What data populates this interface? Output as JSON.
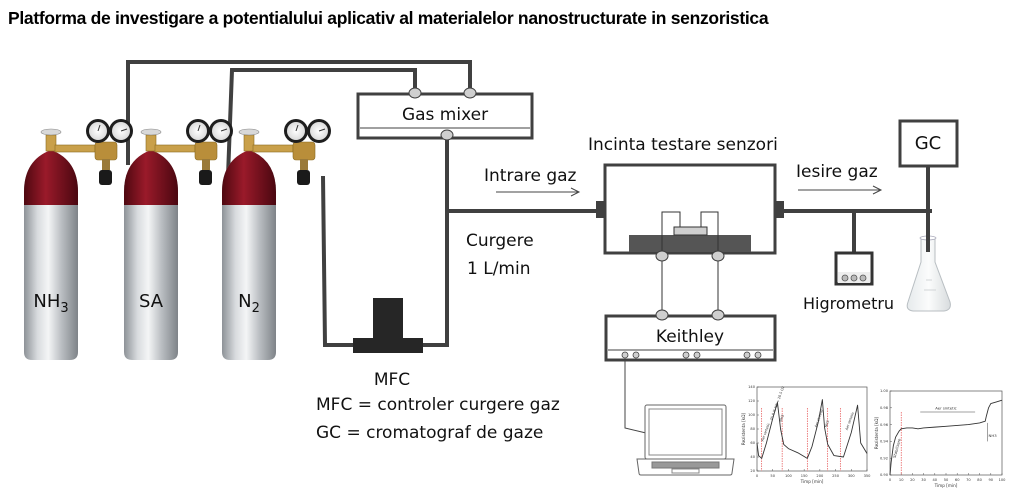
{
  "title": "Platforma de investigare a potentialului aplicativ al materialelor nanostructurate in senzoristica",
  "cylinders": [
    {
      "label": "NH",
      "sub": "3"
    },
    {
      "label": "SA",
      "sub": ""
    },
    {
      "label": "N",
      "sub": "2"
    }
  ],
  "colors": {
    "pipe": "#404040",
    "cylinder_top": "#7a1020",
    "cylinder_body": "#c9cdd1",
    "port": "#cfcfcf",
    "brass": "#c9a04a",
    "chart_marker": "#e03030"
  },
  "gas_mixer": {
    "label": "Gas mixer"
  },
  "flow": {
    "label_line1": "Curgere",
    "label_line2": "1 L/min"
  },
  "inlet": {
    "label": "Intrare gaz"
  },
  "outlet": {
    "label": "Iesire gaz"
  },
  "chamber": {
    "label": "Incinta testare senzori"
  },
  "gc": {
    "label": "GC"
  },
  "hygrometer": {
    "label": "Higrometru"
  },
  "keithley": {
    "label": "Keithley"
  },
  "mfc": {
    "label": "MFC"
  },
  "legend": {
    "line1": "MFC = controler curgere gaz",
    "line2": "GC = cromatograf de gaze"
  },
  "chart_data": [
    {
      "type": "line",
      "title": "",
      "xlabel": "Timp [min]",
      "ylabel": "Rezistenta [kΩ]",
      "xlim": [
        0,
        350
      ],
      "ylim": [
        20,
        140
      ],
      "xticks": [
        0,
        50,
        100,
        150,
        200,
        250,
        300,
        350
      ],
      "yticks": [
        20,
        40,
        60,
        80,
        100,
        120,
        140
      ],
      "x": [
        0,
        5,
        15,
        30,
        50,
        65,
        75,
        85,
        100,
        130,
        160,
        175,
        195,
        208,
        215,
        225,
        245,
        275,
        300,
        320,
        330,
        350
      ],
      "series": [
        {
          "name": "Rezistenta",
          "values": [
            60,
            42,
            38,
            60,
            95,
            118,
            80,
            58,
            52,
            46,
            38,
            55,
            90,
            122,
            82,
            58,
            42,
            40,
            75,
            114,
            60,
            45
          ]
        }
      ],
      "markers_x": [
        15,
        80,
        160,
        225,
        265
      ],
      "annotations": [
        "Aer sintetic",
        "25.0 % N2 + 20.5 O2",
        "NH3",
        "Aer sintetic",
        "NH3",
        "Aer sintetic"
      ]
    },
    {
      "type": "line",
      "title": "",
      "xlabel": "Timp [min]",
      "ylabel": "Rezistenta [kΩ]",
      "xlim": [
        0,
        100
      ],
      "ylim": [
        0.9,
        1.0
      ],
      "xticks": [
        0,
        10,
        20,
        30,
        40,
        50,
        60,
        70,
        80,
        90,
        100
      ],
      "yticks": [
        0.9,
        0.92,
        0.94,
        0.96,
        0.98,
        1.0
      ],
      "x": [
        0,
        1,
        3,
        5,
        8,
        10,
        15,
        20,
        25,
        30,
        40,
        50,
        60,
        70,
        80,
        85,
        86,
        88,
        90,
        95,
        100
      ],
      "series": [
        {
          "name": "Rezistenta",
          "values": [
            0.9,
            0.915,
            0.935,
            0.945,
            0.952,
            0.955,
            0.956,
            0.956,
            0.955,
            0.956,
            0.957,
            0.958,
            0.959,
            0.96,
            0.962,
            0.964,
            0.97,
            0.98,
            0.985,
            0.987,
            0.989
          ]
        }
      ],
      "markers_x": [
        10
      ],
      "annotations": [
        "Stabilizare",
        "Aer sintetic",
        "NH3"
      ]
    }
  ]
}
